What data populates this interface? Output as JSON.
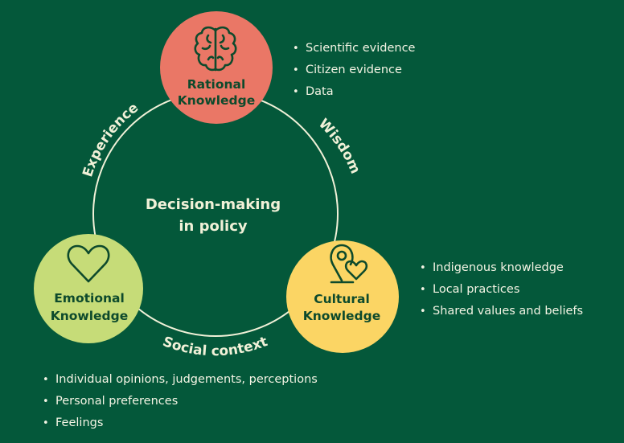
{
  "colors": {
    "background": "#04583a",
    "ring": "#f1f1d8",
    "rational": "#ea7766",
    "emotional": "#c6dc78",
    "cultural": "#fbd564",
    "node_text": "#0d4a2c",
    "light_text": "#f1f1d8"
  },
  "center": {
    "line1": "Decision-making",
    "line2": "in policy"
  },
  "arcs": {
    "experience": "Experience",
    "wisdom": "Wisdom",
    "social_context": "Social context"
  },
  "nodes": {
    "rational": {
      "icon": "brain-icon",
      "line1": "Rational",
      "line2": "Knowledge",
      "items": [
        "Scientific evidence",
        "Citizen evidence",
        "Data"
      ]
    },
    "emotional": {
      "icon": "heart-icon",
      "line1": "Emotional",
      "line2": "Knowledge",
      "items": [
        "Individual opinions, judgements, perceptions",
        "Personal preferences",
        "Feelings"
      ]
    },
    "cultural": {
      "icon": "location-heart-icon",
      "line1": "Cultural",
      "line2": "Knowledge",
      "items": [
        "Indigenous knowledge",
        "Local practices",
        "Shared values and beliefs"
      ]
    }
  }
}
